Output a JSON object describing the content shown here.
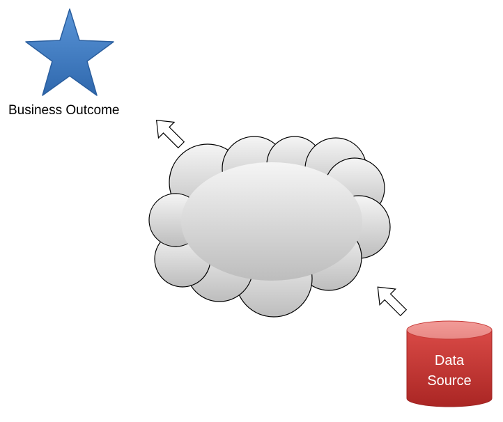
{
  "diagram": {
    "outcome": {
      "label": "Business Outcome",
      "icon": "star-icon",
      "color": "#3e7cc3"
    },
    "process": {
      "icon": "cloud-icon",
      "color": "#dadada"
    },
    "source": {
      "label_line1": "Data",
      "label_line2": "Source",
      "icon": "database-cylinder-icon",
      "color": "#c0302e"
    },
    "arrows": [
      {
        "from": "process",
        "to": "outcome",
        "direction": "up-left"
      },
      {
        "from": "source",
        "to": "process",
        "direction": "up-left"
      }
    ]
  }
}
